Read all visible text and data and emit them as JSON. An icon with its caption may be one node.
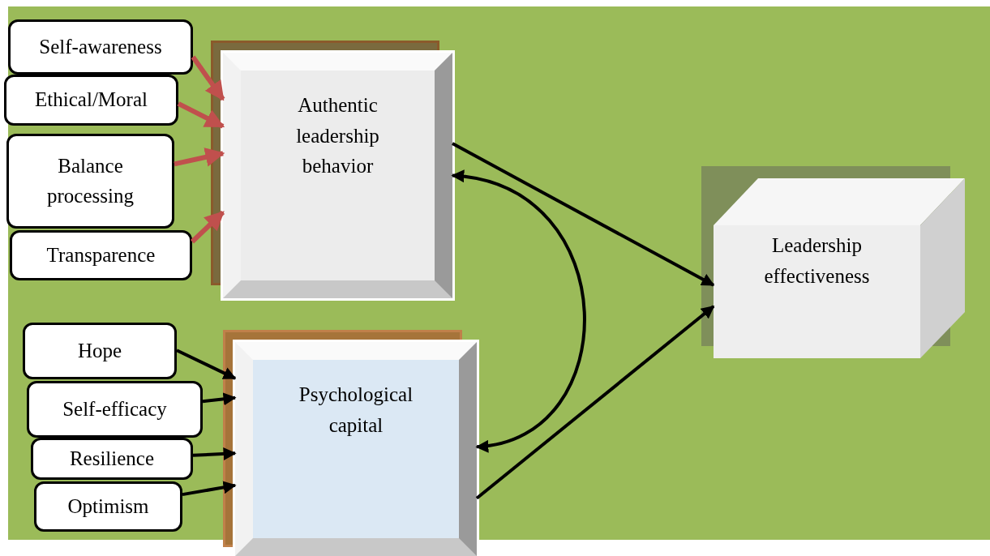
{
  "diagram": {
    "nodes": [
      {
        "text": [
          "Self-awareness"
        ]
      },
      {
        "text": [
          "Ethical/Moral"
        ]
      },
      {
        "text": [
          "Balance processing"
        ]
      },
      {
        "text": [
          "Transparence"
        ]
      },
      {
        "text": [
          "Authentic leadership behavior"
        ]
      },
      {
        "text": [
          "Hope"
        ]
      },
      {
        "text": [
          "Self-efficacy"
        ]
      },
      {
        "text": [
          "Resilience"
        ]
      },
      {
        "text": [
          "Optimism"
        ]
      },
      {
        "text": [
          "Psychological capital"
        ]
      },
      {
        "text": [
          "Leadership effectiveness"
        ]
      }
    ],
    "edges": [
      {
        "from": 0,
        "to": 4,
        "arrow": "to",
        "color": "#c0504d"
      },
      {
        "from": 1,
        "to": 4,
        "arrow": "to",
        "color": "#c0504d"
      },
      {
        "from": 2,
        "to": 4,
        "arrow": "to",
        "color": "#c0504d"
      },
      {
        "from": 3,
        "to": 4,
        "arrow": "to",
        "color": "#c0504d"
      },
      {
        "from": 5,
        "to": 9,
        "arrow": "to"
      },
      {
        "from": 6,
        "to": 9,
        "arrow": "to"
      },
      {
        "from": 7,
        "to": 9,
        "arrow": "to"
      },
      {
        "from": 8,
        "to": 9,
        "arrow": "to"
      },
      {
        "from": 4,
        "to": 10,
        "arrow": "to"
      },
      {
        "from": 9,
        "to": 10,
        "arrow": "to"
      },
      {
        "from": 4,
        "to": 9,
        "arrow": "both"
      }
    ]
  }
}
